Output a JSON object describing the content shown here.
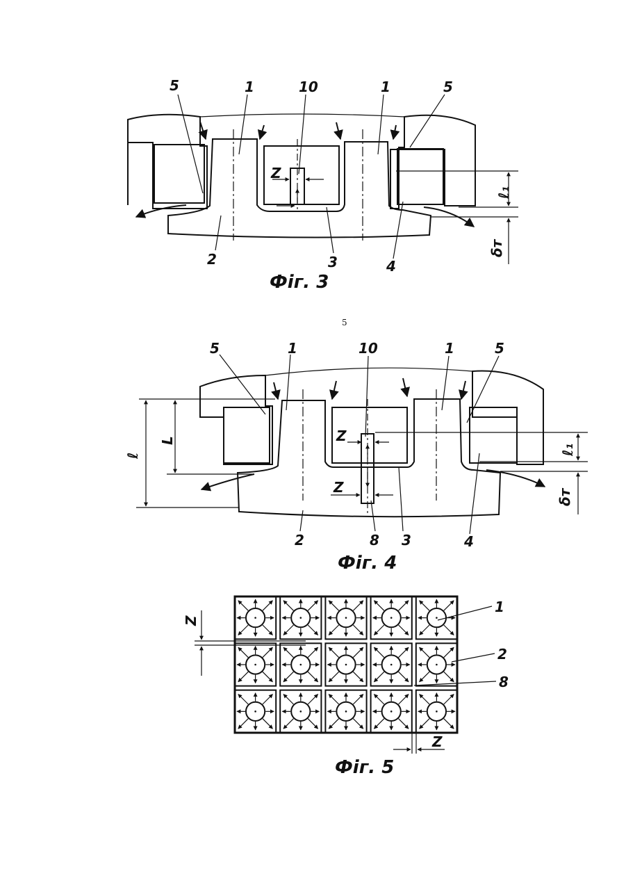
{
  "page_number": "5",
  "fig3": {
    "caption": "Фіг. 3",
    "labels": {
      "l5a": "5",
      "l1a": "1",
      "l10": "10",
      "l1b": "1",
      "l5b": "5",
      "l2": "2",
      "l3": "3",
      "l4": "4",
      "z": "Z",
      "l1dim": "ℓ₁",
      "delta": "δт"
    }
  },
  "fig4": {
    "caption": "Фіг. 4",
    "labels": {
      "l5a": "5",
      "l1a": "1",
      "l10": "10",
      "l1b": "1",
      "l5b": "5",
      "l2": "2",
      "l8": "8",
      "l3": "3",
      "l4": "4",
      "z1": "Z",
      "z2": "Z",
      "ldim": "L",
      "edim": "ℓ",
      "l1dim": "ℓ₁",
      "delta": "δт"
    }
  },
  "fig5": {
    "caption": "Фіг. 5",
    "rows": 3,
    "cols": 5,
    "labels": {
      "l1": "1",
      "l2": "2",
      "l8": "8",
      "zv": "Z",
      "zh": "Z"
    }
  }
}
